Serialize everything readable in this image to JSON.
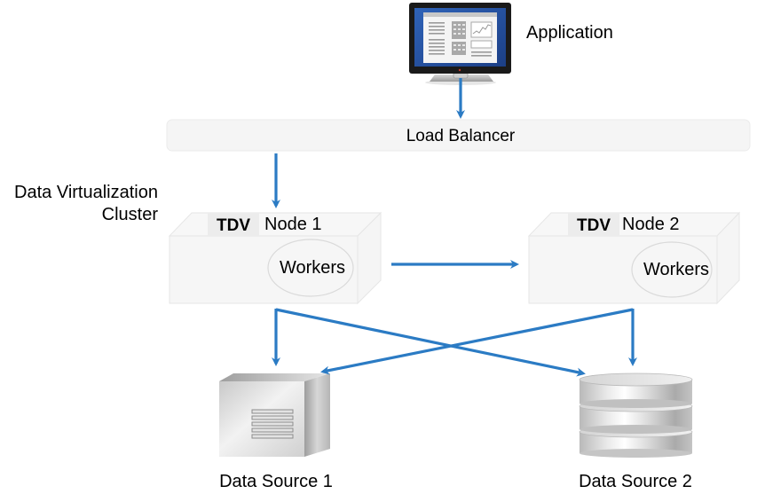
{
  "application": {
    "label": "Application",
    "icon": "monitor-icon"
  },
  "load_balancer": {
    "label": "Load Balancer"
  },
  "cluster": {
    "label_line1": "Data Virtualization",
    "label_line2": "Cluster"
  },
  "nodes": [
    {
      "badge": "TDV",
      "title": "Node 1",
      "workers_label": "Workers"
    },
    {
      "badge": "TDV",
      "title": "Node 2",
      "workers_label": "Workers"
    }
  ],
  "data_sources": [
    {
      "label": "Data Source 1",
      "icon": "server-icon"
    },
    {
      "label": "Data Source 2",
      "icon": "database-icon"
    }
  ],
  "colors": {
    "arrow": "#2b7bc4",
    "box_fill": "#f4f4f4",
    "box_stroke": "#e3e3e3",
    "text": "#4d4d4d"
  },
  "connections": [
    {
      "from": "Application",
      "to": "Load Balancer"
    },
    {
      "from": "Load Balancer",
      "to": "Node 1"
    },
    {
      "from": "Node 1",
      "to": "Node 2"
    },
    {
      "from": "Node 1",
      "to": "Data Source 1"
    },
    {
      "from": "Node 1",
      "to": "Data Source 2"
    },
    {
      "from": "Node 2",
      "to": "Data Source 1"
    },
    {
      "from": "Node 2",
      "to": "Data Source 2"
    }
  ]
}
